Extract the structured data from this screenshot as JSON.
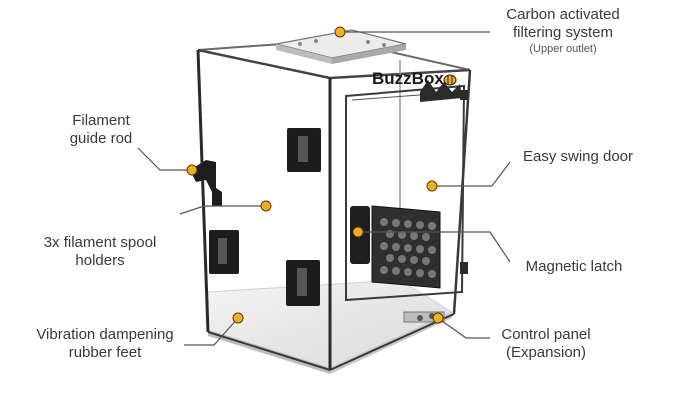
{
  "accent_color": "#f2b01e",
  "brand": {
    "logo_text": "BuzzBox"
  },
  "callouts": {
    "carbon_filter": {
      "line1": "Carbon activated",
      "line2": "filtering system",
      "note": "(Upper outlet)"
    },
    "guide_rod": {
      "line1": "Filament",
      "line2": "guide rod"
    },
    "swing_door": {
      "line1": "Easy swing door"
    },
    "spool_holders": {
      "line1": "3x filament spool",
      "line2": "holders"
    },
    "magnetic_latch": {
      "line1": "Magnetic latch"
    },
    "rubber_feet": {
      "line1": "Vibration dampening",
      "line2": "rubber feet"
    },
    "control_panel": {
      "line1": "Control panel",
      "line2": "(Expansion)"
    }
  }
}
